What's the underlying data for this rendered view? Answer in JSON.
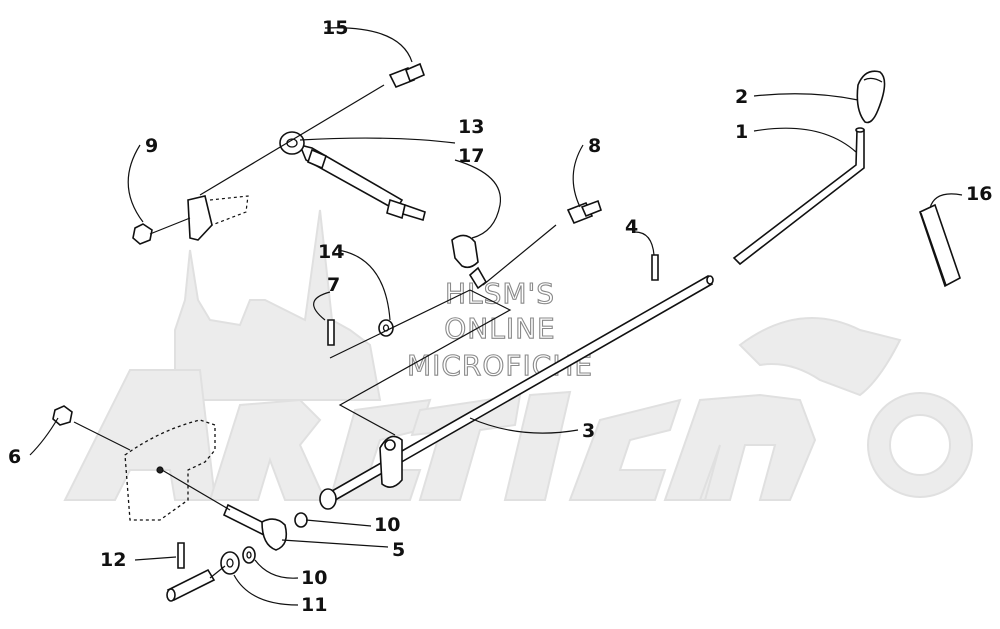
{
  "callouts": {
    "c1": "1",
    "c2": "2",
    "c3": "3",
    "c4": "4",
    "c5": "5",
    "c6": "6",
    "c7": "7",
    "c8": "8",
    "c9": "9",
    "c10a": "10",
    "c10b": "10",
    "c11": "11",
    "c12": "12",
    "c13": "13",
    "c14": "14",
    "c15": "15",
    "c16": "16",
    "c17": "17"
  },
  "watermark": {
    "line1": "HLSM'S",
    "line2": "ONLINE",
    "line3": "MICROFICHE"
  },
  "colors": {
    "ink": "#111111",
    "watermark_ghost": "#e6e6e6",
    "watermark_outline": "#8a8a8a"
  }
}
